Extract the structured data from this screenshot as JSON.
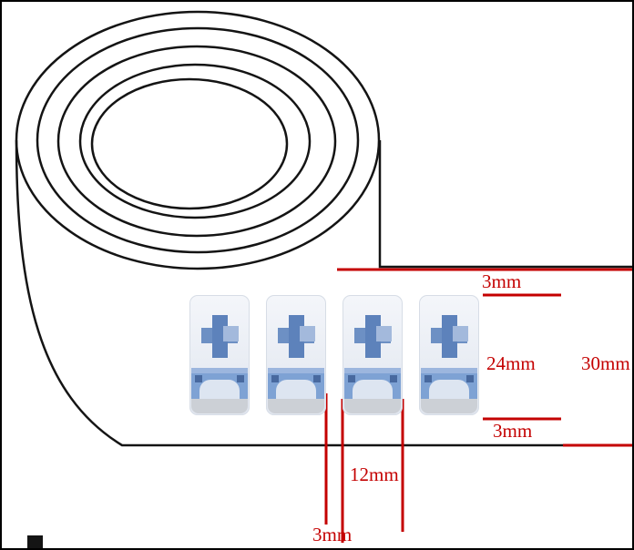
{
  "diagram": {
    "subject": "label-tape-roll-dimension-diagram",
    "colors": {
      "outline": "#141414",
      "dimension_red": "#c40000",
      "sticker_blue": "#5d82bb",
      "sticker_background": "#edf1f7",
      "background": "#ffffff"
    },
    "sticker_count": 4,
    "dimensions": {
      "top_margin": "3mm",
      "label_height": "24mm",
      "tape_width": "30mm",
      "bottom_margin": "3mm",
      "label_width": "12mm",
      "label_gap": "3mm"
    }
  }
}
